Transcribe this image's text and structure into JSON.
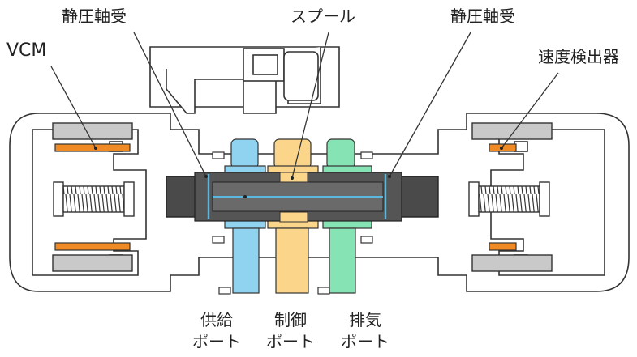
{
  "labels": {
    "bearing_left": "静圧軸受",
    "spool": "スプール",
    "bearing_right": "静圧軸受",
    "vcm": "VCM",
    "speed_detector": "速度検出器"
  },
  "ports": [
    {
      "line1": "供給",
      "line2": "ポート",
      "color": "#8fd3f0"
    },
    {
      "line1": "制御",
      "line2": "ポート",
      "color": "#fbd589"
    },
    {
      "line1": "排気",
      "line2": "ポート",
      "color": "#86e3b3"
    }
  ],
  "colors": {
    "outline": "#333333",
    "spool": "#4a4a4a",
    "coil": "#f08a24",
    "magnet": "#c9c9c9",
    "bearing_line": "#5ab8e0"
  }
}
